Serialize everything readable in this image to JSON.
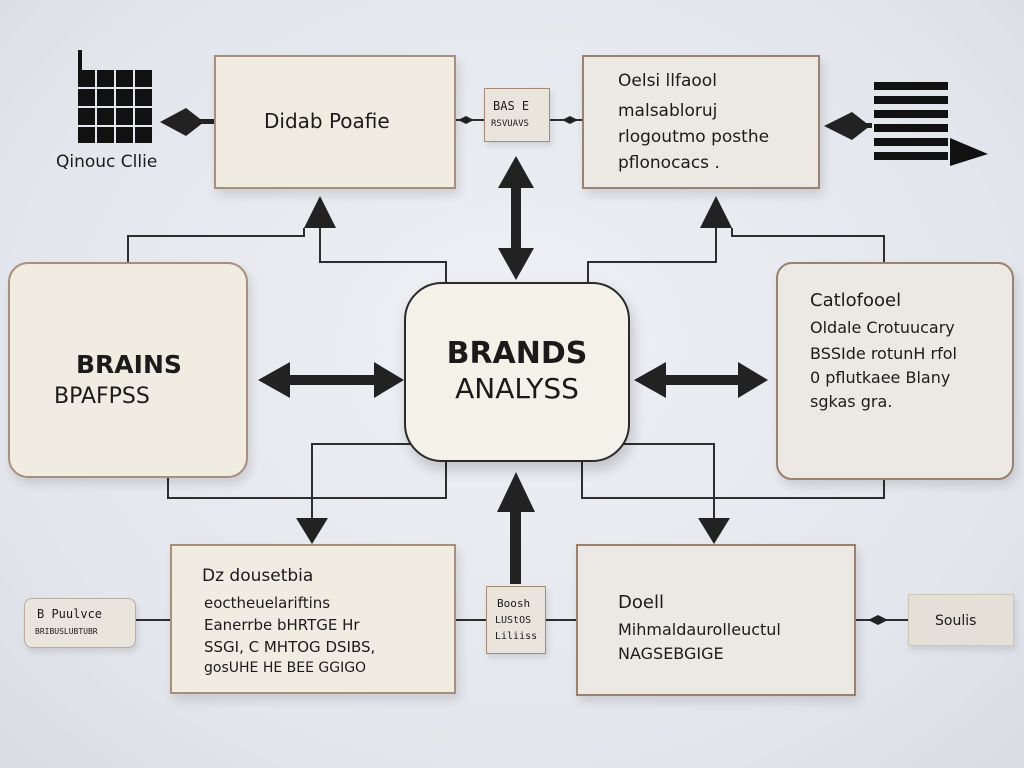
{
  "center": {
    "line1": "BRANDS",
    "line2": "ANALYSS"
  },
  "top_left_box": {
    "label": "Didab Poafie"
  },
  "top_chip": {
    "line1": "BAS E",
    "line2": "RSVUAVS"
  },
  "top_right_box": {
    "lines": [
      "Oelsi llfaool",
      "malsabloruj",
      "rlogoutmo posthe",
      "pflonocacs ."
    ]
  },
  "left_box": {
    "line1": "BRAINS",
    "line2": "BPAFPSS"
  },
  "right_box": {
    "lines": [
      "Catlofooel",
      "Oldale Crotuucary",
      "BSSIde rotunH rfol",
      "0 pflutkaee Blany",
      "sgkas gra."
    ]
  },
  "bottom_left_box": {
    "lines": [
      "Dz dousetbia",
      "eoctheuelariftins",
      "Eanerrbe bHRTGE Hr",
      "SSGI, C MHTOG DSIBS,",
      "gosUHE HE BEE GGIGO"
    ]
  },
  "bottom_chip": {
    "line1": "Boosh",
    "line2": "LUStOS",
    "line3": "Liliiss"
  },
  "bottom_right_box": {
    "lines": [
      "Doell",
      "Mihmaldaurolleuctul",
      "NAGSEBGIGE"
    ]
  },
  "left_pill": {
    "line1": "B Puulvce",
    "line2": "BRIBUSLUBTUBR"
  },
  "right_tag": {
    "label": "Soulis"
  },
  "grid_icon_caption": "Qinouc Cllie",
  "colors": {
    "box_fill": "#f1ece2",
    "box_border": "#a88f7c",
    "line": "#2a2a2a"
  }
}
